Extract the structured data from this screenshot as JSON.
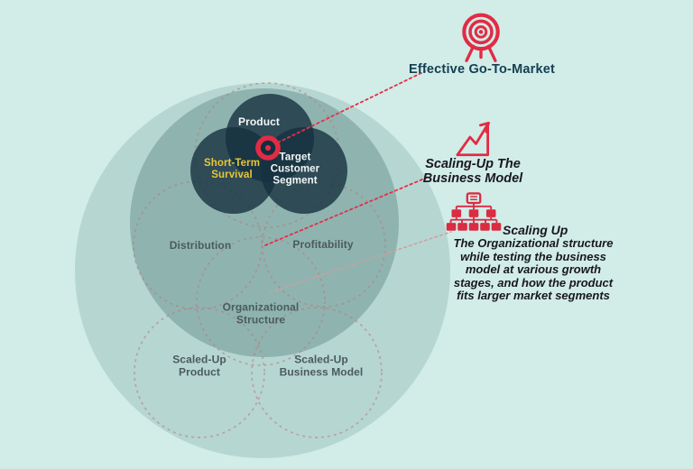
{
  "title": "Scaling-up growth stages diagram",
  "palette": {
    "background": "#d2ece8",
    "outer_circle": "#b6d6d2",
    "inner_circle": "#8fb4b0",
    "venn_dark": "#153140",
    "accent_red": "#e22b44",
    "dashed_rose": "#b87a7a",
    "heading_navy": "#133f52",
    "ink": "#17171f",
    "survival_yellow": "#e9c733"
  },
  "venn": {
    "product": "Product",
    "short_term": "Short-Term Survival",
    "target_segment": "Target Customer Segment"
  },
  "rings": {
    "distribution": "Distribution",
    "profitability": "Profitability",
    "org_structure": "Organizational Structure",
    "scaled_product": "Scaled-Up Product",
    "scaled_business_model": "Scaled-Up Business Model"
  },
  "annotations": {
    "go_to_market": {
      "icon": "target-icon",
      "label": "Effective Go-To-Market"
    },
    "scaling_business_model": {
      "icon": "growth-chart-icon",
      "label": "Scaling-Up The Business Model"
    },
    "scaling_org": {
      "icon": "org-chart-icon",
      "heading": "Scaling Up",
      "body": "The Organizational structure while testing the business model at various growth stages, and how the product fits larger market segments"
    }
  }
}
